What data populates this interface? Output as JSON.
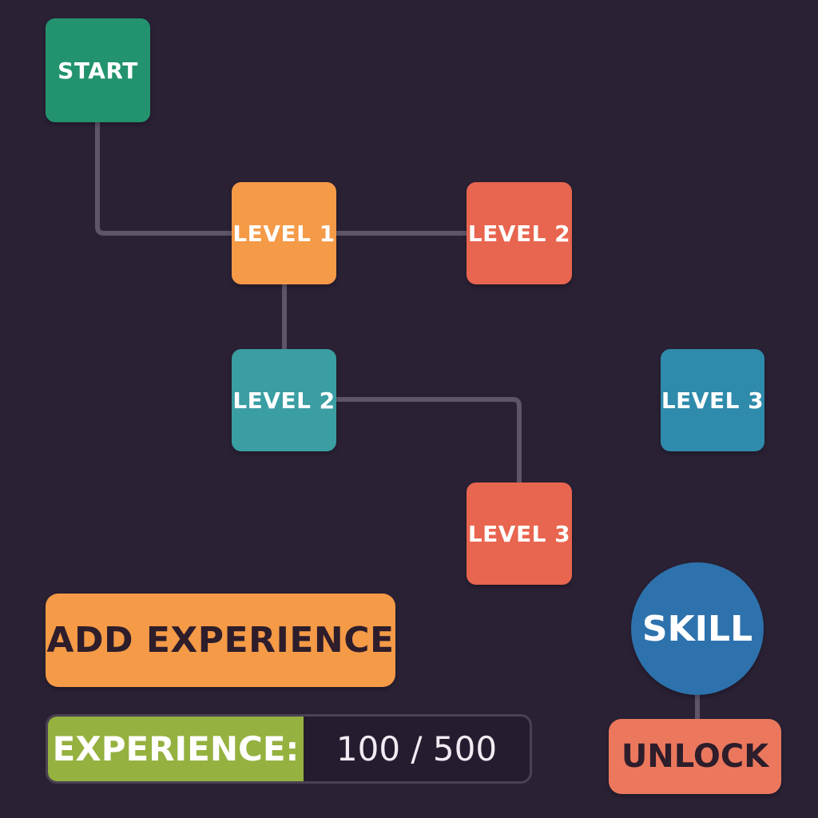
{
  "colors": {
    "background": "#2a2135",
    "connector": "#5e5668",
    "start": "#23936f",
    "level1": "#f59a47",
    "level2_top": "#e8654f",
    "level2": "#3a9ea3",
    "level3_right": "#2f8bab",
    "level3": "#e8654f",
    "add_experience": "#f59a47",
    "experience_fill": "#95b13f",
    "skill": "#2d72ad",
    "unlock": "#eb785d"
  },
  "nodes": {
    "start": {
      "label": "START",
      "icon": "none"
    },
    "level1": {
      "label": "LEVEL 1"
    },
    "level2_top": {
      "label": "LEVEL 2"
    },
    "level2": {
      "label": "LEVEL 2"
    },
    "level3_right": {
      "label": "LEVEL 3"
    },
    "level3": {
      "label": "LEVEL 3"
    }
  },
  "actions": {
    "add_experience_label": "ADD EXPERIENCE",
    "unlock_label": "UNLOCK"
  },
  "experience": {
    "label": "EXPERIENCE:",
    "value_text": "100 / 500",
    "fill_fraction": 0.53
  },
  "skill": {
    "label": "SKILL"
  }
}
